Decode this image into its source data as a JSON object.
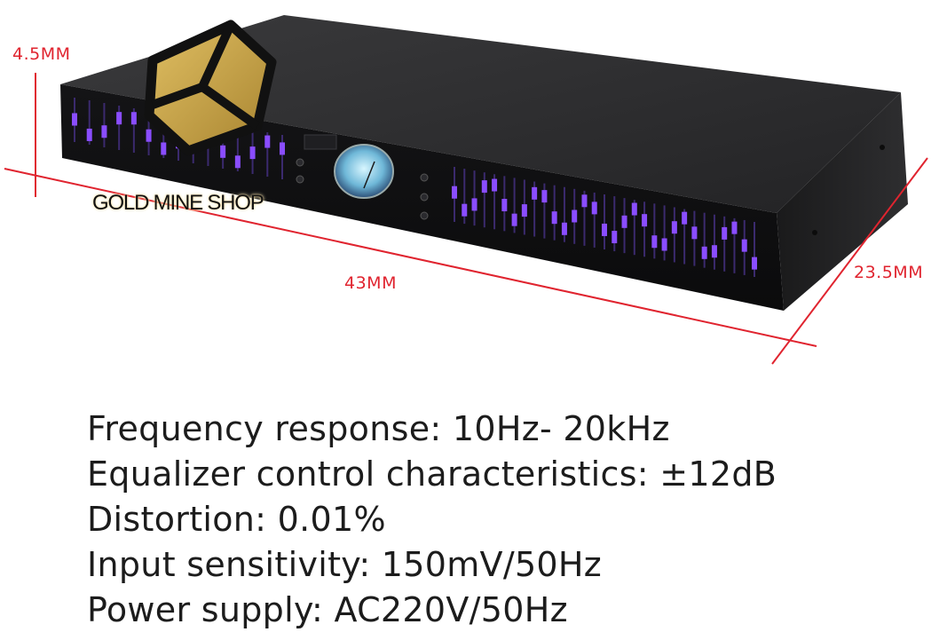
{
  "dimensions": {
    "height": "4.5MM",
    "length": "43MM",
    "depth": "23.5MM"
  },
  "watermark": "GOLD MINE SHOP",
  "specs": [
    "Frequency response: 10Hz- 20kHz",
    "Equalizer control characteristics: ±12dB",
    "Distortion: 0.01%",
    "Input sensitivity: 150mV/50Hz",
    "Power supply: AC220V/50Hz"
  ],
  "colors": {
    "dimension": "#e0242f",
    "device_body": "#2b2b2c",
    "slider_glow": "#7a3cff",
    "logo_fill": "#c8a24a"
  }
}
